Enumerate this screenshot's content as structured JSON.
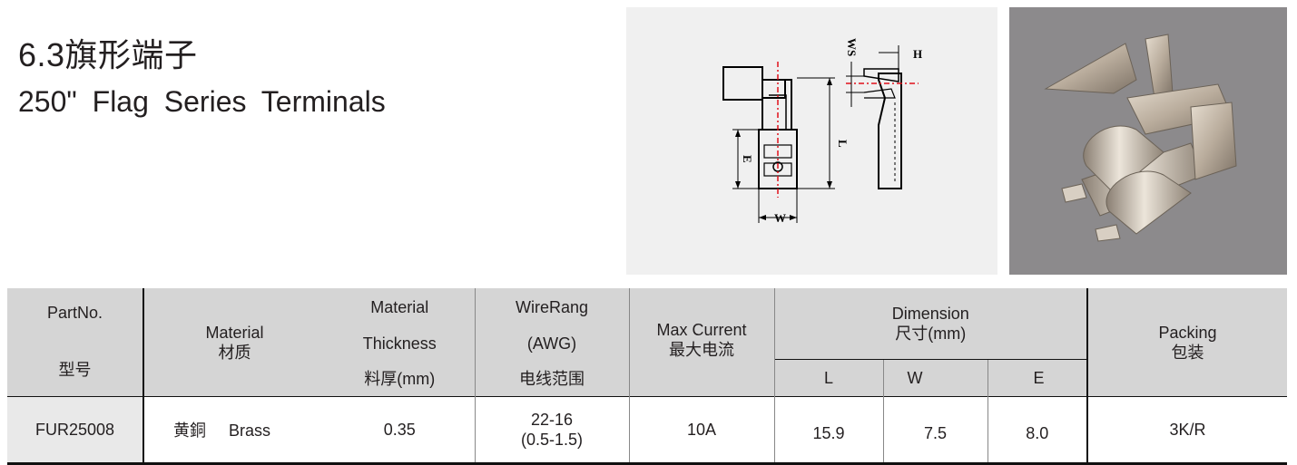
{
  "title": {
    "cn": "6.3旗形端子",
    "en": "250\" Flag  Series  Terminals"
  },
  "drawing": {
    "labels": {
      "ws": "WS",
      "h": "H",
      "l": "L",
      "e": "E",
      "w": "W"
    },
    "colors": {
      "line": "#000000",
      "centerline": "#e0101a",
      "background": "#f0f0f0"
    }
  },
  "photo": {
    "colors": {
      "background": "#8c8a8c",
      "metal": "#c9bfb3"
    }
  },
  "table": {
    "headers": {
      "part_no": {
        "line1": "PartNo.",
        "line2": "型号"
      },
      "material": {
        "line1": "Material",
        "line2": "材质"
      },
      "thickness": {
        "line1": "Material",
        "line2": "Thickness",
        "line3": "料厚(mm)"
      },
      "wire_range": {
        "line1": "WireRang",
        "line2": "(AWG)",
        "line3": "电线范围"
      },
      "max_current": {
        "line1": "Max Current",
        "line2": "最大电流"
      },
      "dimension": {
        "line1": "Dimension",
        "line2": "尺寸(mm)"
      },
      "dim_l": "L",
      "dim_w": "W",
      "dim_e": "E",
      "packing": {
        "line1": "Packing",
        "line2": "包装"
      }
    },
    "rows": [
      {
        "part_no": "FUR25008",
        "material_cn": "黄銅",
        "material_en": "Brass",
        "thickness": "0.35",
        "wire_awg": "22-16",
        "wire_mm": "(0.5-1.5)",
        "max_current": "10A",
        "l": "15.9",
        "w": "7.5",
        "e": "8.0",
        "packing": "3K/R"
      }
    ]
  }
}
